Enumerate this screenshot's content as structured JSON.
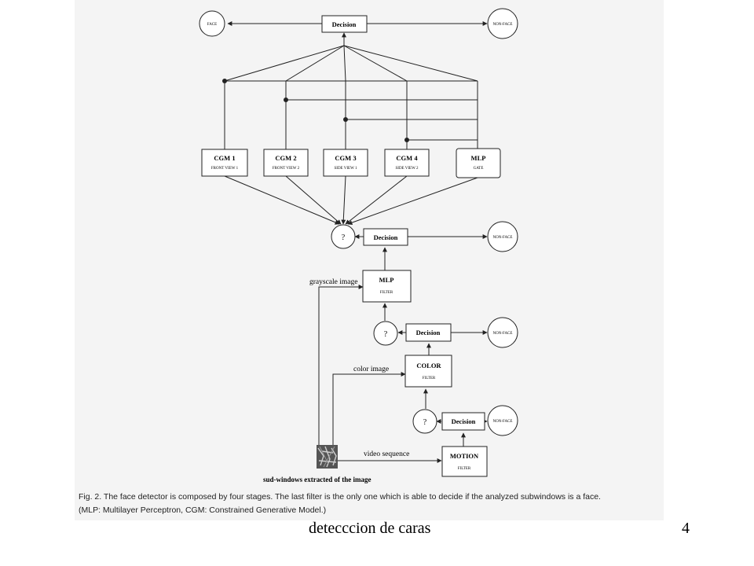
{
  "diagram": {
    "top": {
      "decision": "Decision",
      "face": "FACE",
      "nonface": "NON-FACE"
    },
    "experts": [
      {
        "title": "CGM 1",
        "sub": "FRONT VIEW 1"
      },
      {
        "title": "CGM 2",
        "sub": "FRONT VIEW 2"
      },
      {
        "title": "CGM 3",
        "sub": "SIDE VIEW 1"
      },
      {
        "title": "CGM 4",
        "sub": "SIDE VIEW 2"
      },
      {
        "title": "MLP",
        "sub": "GATE"
      }
    ],
    "stage_mlp": {
      "question": "?",
      "decision": "Decision",
      "nonface": "NON-FACE",
      "filter_title": "MLP",
      "filter_sub": "FILTER",
      "input_label": "grayscale image"
    },
    "stage_color": {
      "question": "?",
      "decision": "Decision",
      "nonface": "NON-FACE",
      "filter_title": "COLOR",
      "filter_sub": "FILTER",
      "input_label": "color image"
    },
    "stage_motion": {
      "question": "?",
      "decision": "Decision",
      "nonface": "NON-FACE",
      "filter_title": "MOTION",
      "filter_sub": "FILTER",
      "input_label": "video sequence"
    },
    "source_label": "sud-windows extracted of the image"
  },
  "caption": {
    "line1": "Fig. 2. The face detector is composed by four stages. The last filter is the only one which is able to decide if the analyzed subwindows is a face.",
    "line2": "(MLP: Multilayer Perceptron, CGM: Constrained Generative Model.)"
  },
  "footer": {
    "title": "detecccion de caras",
    "page_number": "4"
  }
}
